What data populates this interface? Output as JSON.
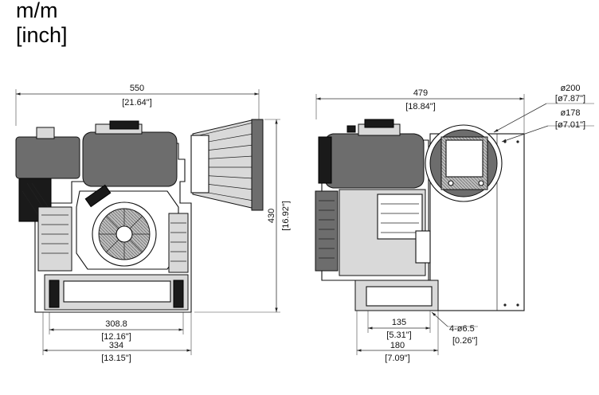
{
  "units": {
    "metric": "m/m",
    "imperial": "[inch]"
  },
  "front_view": {
    "width_overall_mm": "550",
    "width_overall_in": "[21.64\"]",
    "height_mm": "430",
    "height_in": "[16.92\"]",
    "base_inner_mm": "308.8",
    "base_inner_in": "[12.16\"]",
    "base_outer_mm": "334",
    "base_outer_in": "[13.15\"]"
  },
  "side_view": {
    "depth_overall_mm": "479",
    "depth_overall_in": "[18.84\"]",
    "outer_dia_mm": "ø200",
    "outer_dia_in": "[ø7.87\"]",
    "inner_dia_mm": "ø178",
    "inner_dia_in": "[ø7.01\"]",
    "mount_spacing_mm": "135",
    "mount_spacing_in": "[5.31\"]",
    "base_depth_mm": "180",
    "base_depth_in": "[7.09\"]",
    "holes_mm": "4-ø6.5",
    "holes_in": "[0.26\"]"
  }
}
